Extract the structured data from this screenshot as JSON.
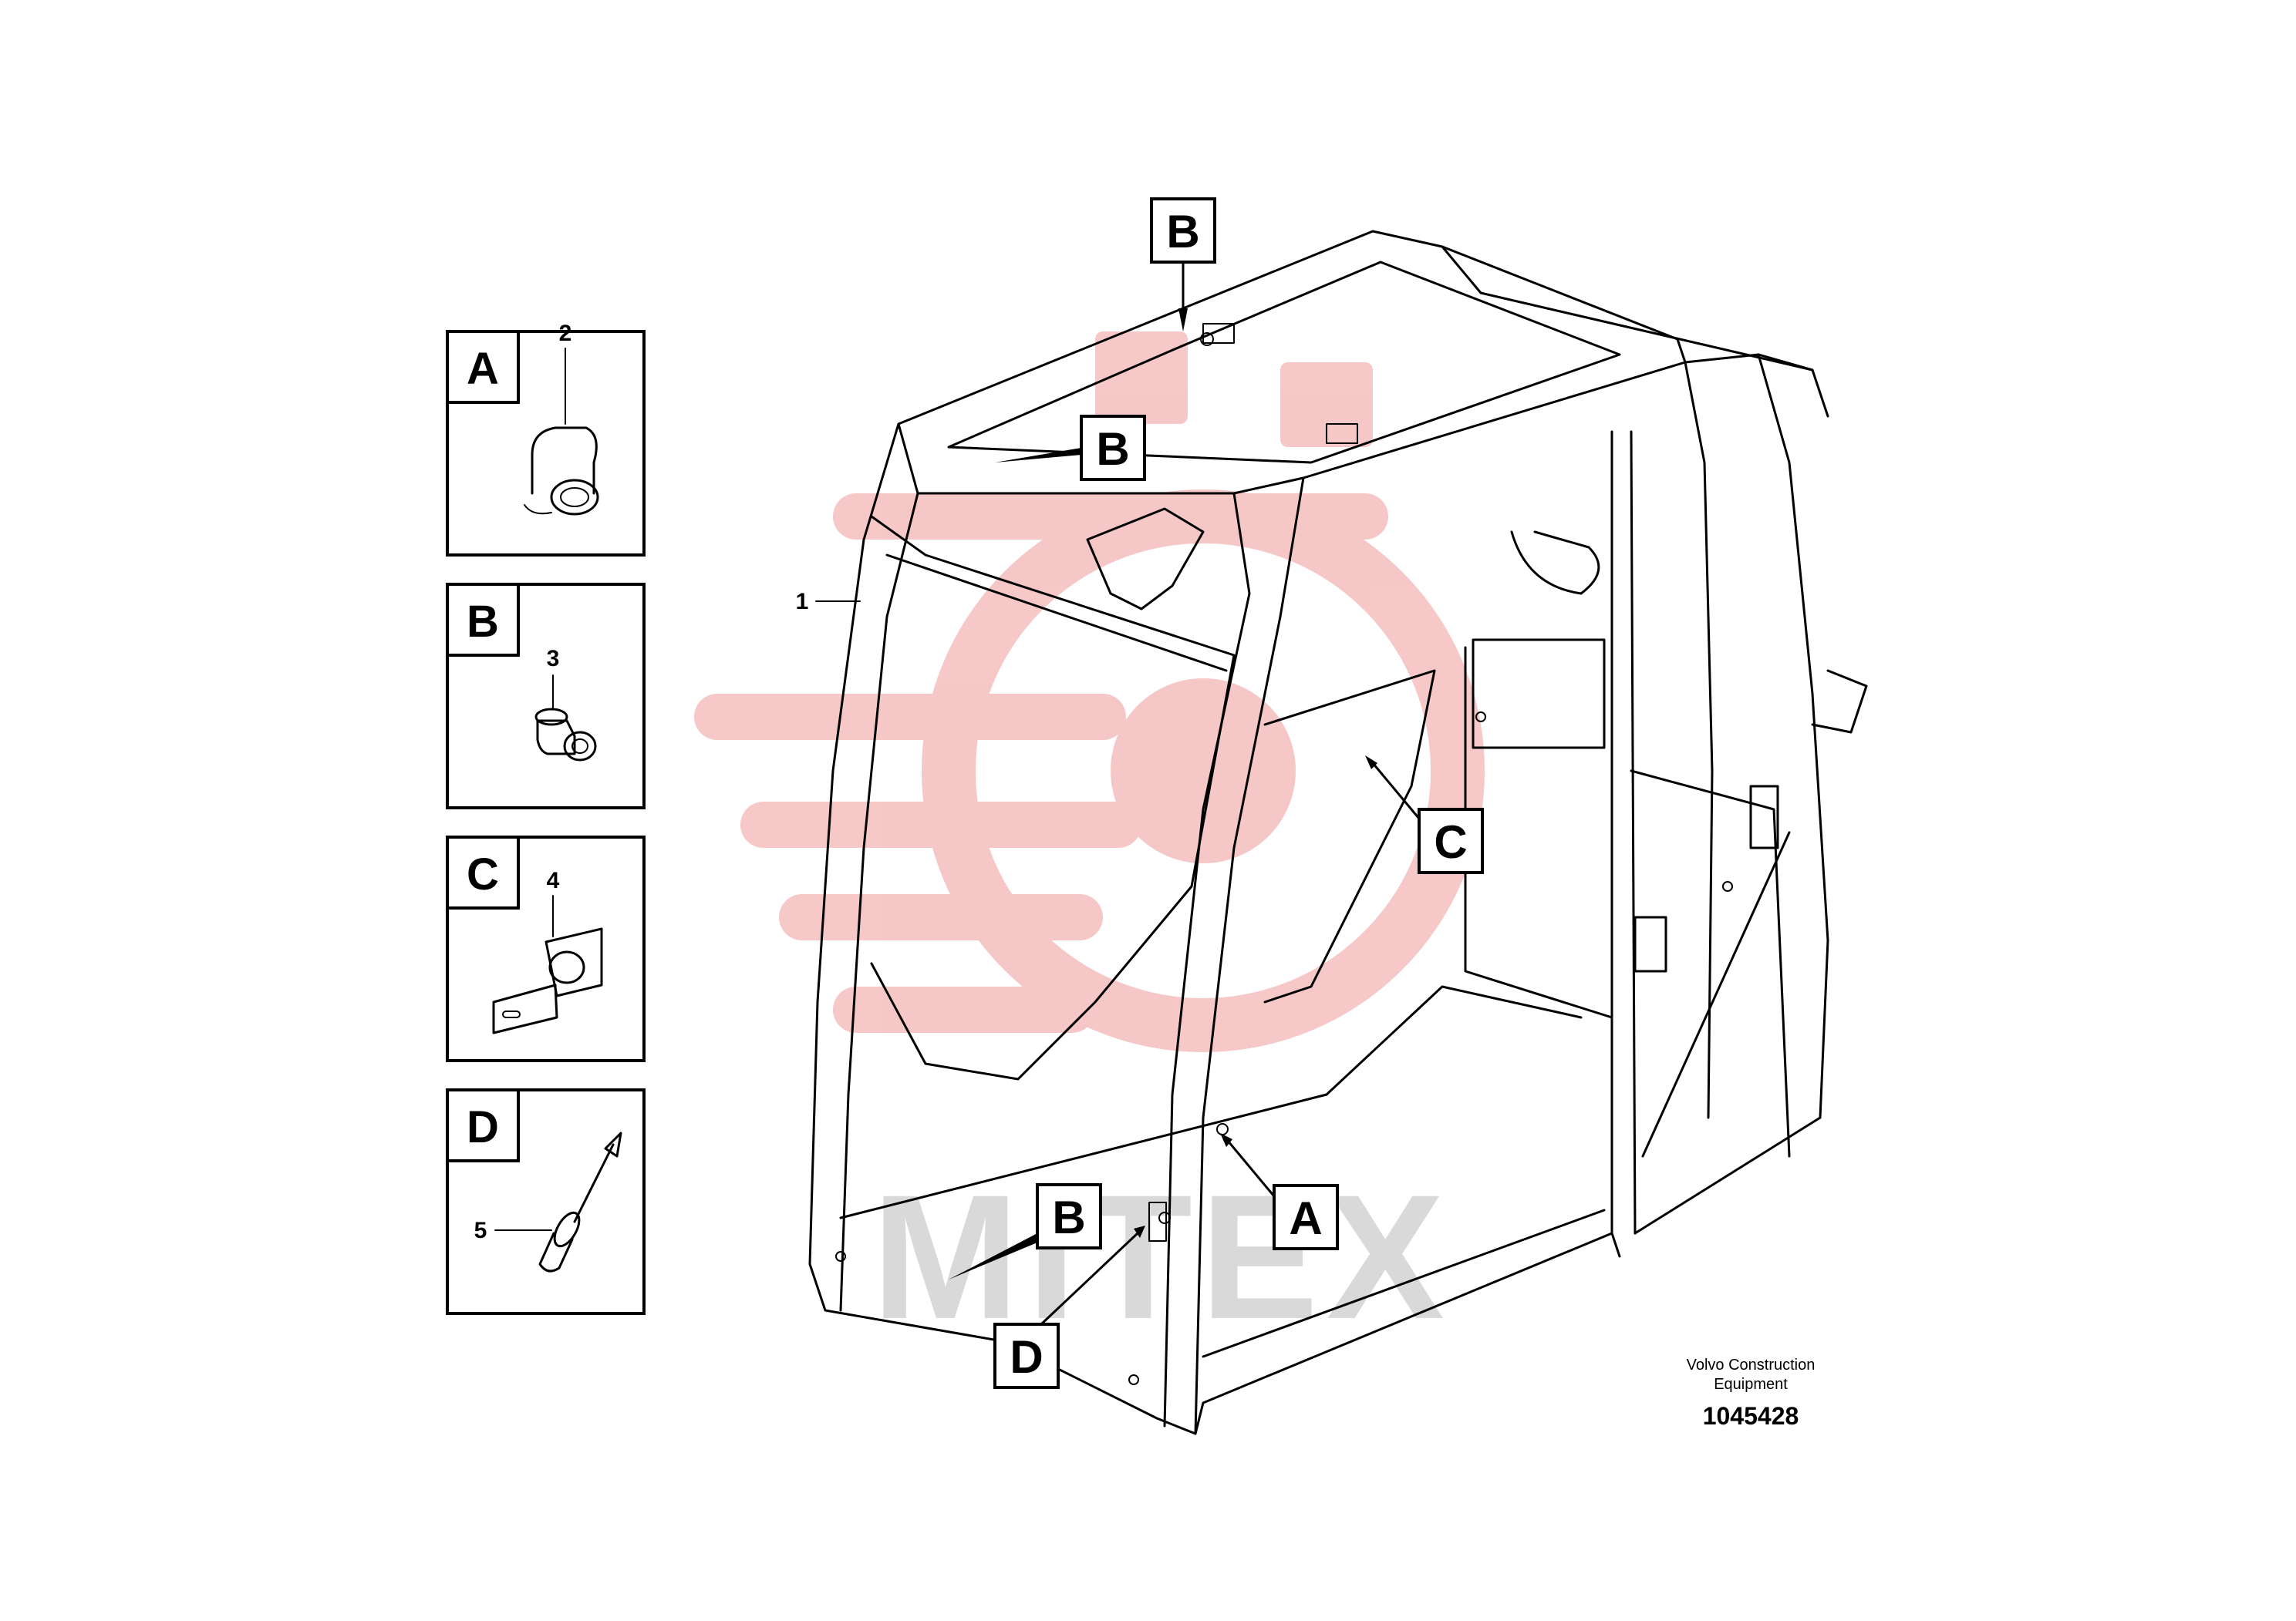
{
  "detail_panels": [
    {
      "letter": "A",
      "part_number": "2",
      "part_icon": "cap-nut-icon"
    },
    {
      "letter": "B",
      "part_number": "3",
      "part_icon": "rivet-nut-icon"
    },
    {
      "letter": "C",
      "part_number": "4",
      "part_icon": "bracket-plate-icon"
    },
    {
      "letter": "D",
      "part_number": "5",
      "part_icon": "blind-rivet-icon"
    }
  ],
  "main_part_number": "1",
  "callouts": {
    "b_top": "B",
    "b_upper": "B",
    "c_right": "C",
    "b_lower": "B",
    "a_lower": "A",
    "d_lower": "D"
  },
  "watermark": "MITEX",
  "credit_line1": "Volvo Construction",
  "credit_line2": "Equipment",
  "document_number": "1045428",
  "colors": {
    "line": "#000000",
    "watermark_logo": "#f3b5b5",
    "watermark_text": "#d9d9d9",
    "background": "#ffffff"
  }
}
